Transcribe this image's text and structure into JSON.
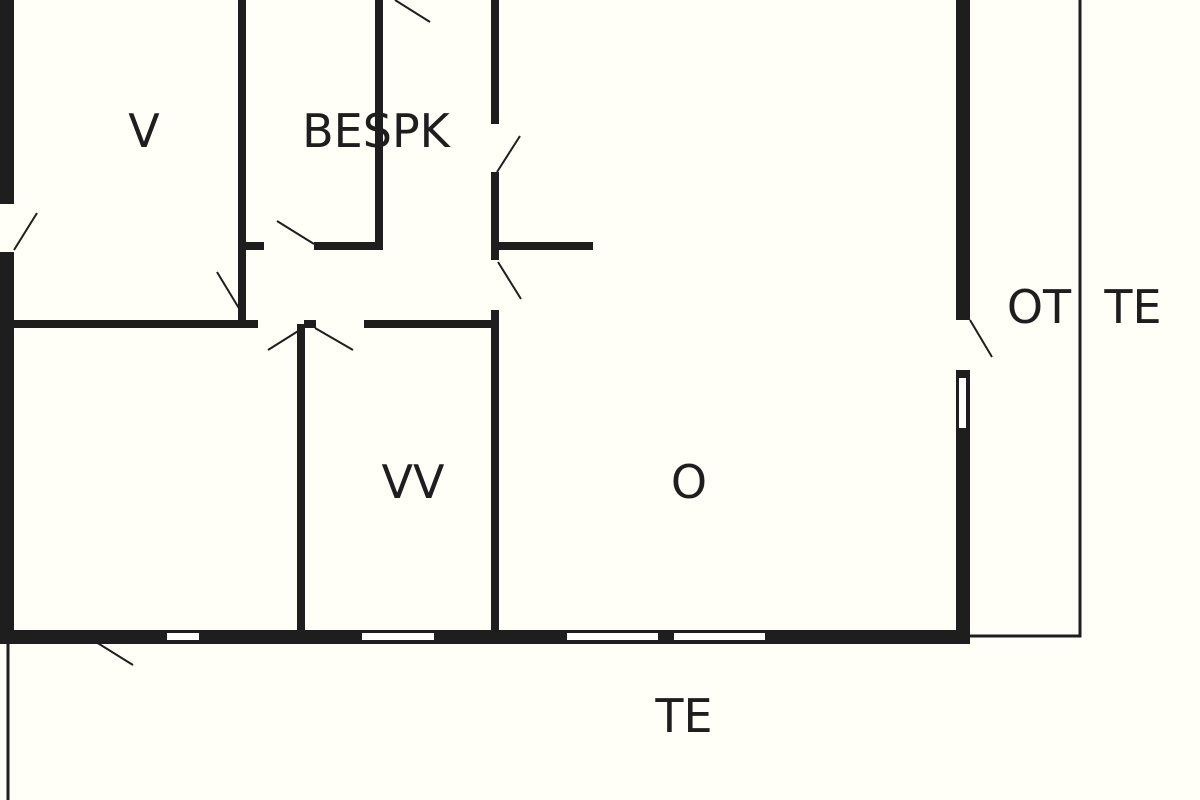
{
  "colors": {
    "background": "#fffff8",
    "wall": "#1e1e1e",
    "opening": "#ffffff"
  },
  "rooms": {
    "v": "V",
    "bespk": "BESPK",
    "ot": "OT",
    "te_right": "TE",
    "vv": "VV",
    "o": "O",
    "te_bottom": "TE"
  }
}
